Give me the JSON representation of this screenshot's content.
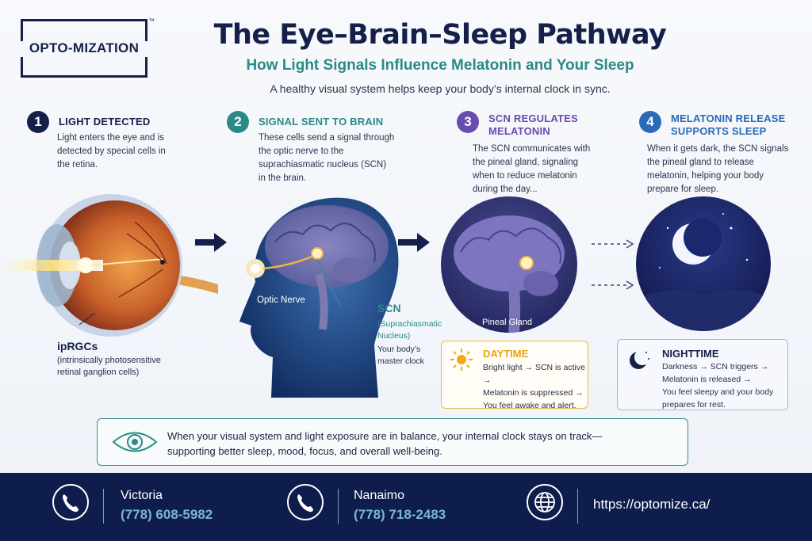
{
  "brand": {
    "logo": "OPTO-MIZATION",
    "trademark": "™"
  },
  "header": {
    "title": "The Eye–Brain–Sleep Pathway",
    "subtitle": "How Light Signals Influence Melatonin and Your Sleep",
    "tagline": "A healthy visual system helps keep your body’s internal clock in sync."
  },
  "steps": [
    {
      "number": "1",
      "title_lines": [
        "LIGHT DETECTED"
      ],
      "desc_lines": [
        "Light enters the eye and is",
        "detected by special cells in",
        "the retina."
      ],
      "color": "#15204a"
    },
    {
      "number": "2",
      "title_lines": [
        "SIGNAL SENT TO BRAIN"
      ],
      "desc_lines": [
        "These cells send a signal through",
        "the optic nerve to the",
        "suprachiasmatic nucleus (SCN)",
        "in the brain."
      ],
      "color": "#2a8a86"
    },
    {
      "number": "3",
      "title_lines": [
        "SCN REGULATES",
        "MELATONIN"
      ],
      "desc_lines": [
        "The SCN communicates with",
        "the pineal gland, signaling",
        "when to reduce melatonin",
        "during the day..."
      ],
      "color": "#6a4bb0"
    },
    {
      "number": "4",
      "title_lines": [
        "MELATONIN RELEASE",
        "SUPPORTS SLEEP"
      ],
      "desc_lines": [
        "When it gets dark, the SCN signals",
        "the pineal gland to release",
        "melatonin, helping your body",
        "prepare for sleep."
      ],
      "color": "#2a6ab8"
    }
  ],
  "labels": {
    "ipRGCs": "ipRGCs",
    "ipRGCs_desc": [
      "(intrinsically photosensitive",
      "retinal ganglion cells)"
    ],
    "optic_nerve": "Optic Nerve",
    "scn": "SCN",
    "scn_full": [
      "(Suprachiasmatic",
      "Nucleus)"
    ],
    "scn_desc": [
      "Your body’s",
      "master clock"
    ],
    "pineal": "Pineal Gland"
  },
  "daytime": {
    "title": "DAYTIME",
    "lines": [
      "Bright light → SCN is active →",
      "Melatonin is suppressed →",
      "You feel awake and alert."
    ],
    "accent": "#e8a317"
  },
  "nighttime": {
    "title": "NIGHTTIME",
    "lines": [
      "Darkness → SCN triggers →",
      "Melatonin is released →",
      "You feel sleepy and your body",
      "prepares for rest."
    ],
    "accent": "#15204a"
  },
  "banner": {
    "lines": [
      "When your visual system and light exposure are in balance, your internal clock stays on track—",
      "supporting better sleep, mood, focus, and overall well-being."
    ],
    "icon": "eye-icon"
  },
  "footer": {
    "contacts": [
      {
        "city": "Victoria",
        "phone": "(778) 608-5982",
        "icon": "phone-icon"
      },
      {
        "city": "Nanaimo",
        "phone": "(778) 718-2483",
        "icon": "phone-icon"
      }
    ],
    "website": {
      "url": "https://optomize.ca/",
      "icon": "globe-icon"
    }
  }
}
